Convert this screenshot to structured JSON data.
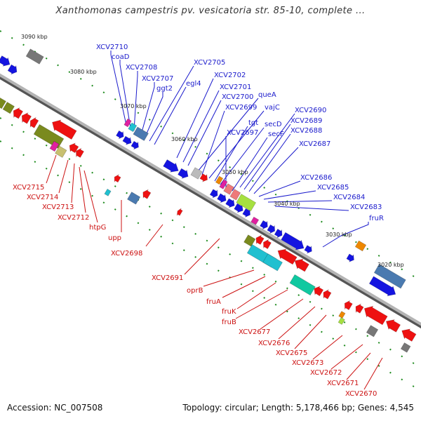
{
  "title": "Xanthomonas campestris pv. vesicatoria str. 85-10, complete ...",
  "accession": "Accession: NC_007508",
  "topology": "Topology: circular; Length: 5,178,466 bp; Genes: 4,545",
  "colors": {
    "backbone": "#8a8a8a",
    "forward": "#1414e0",
    "reverse": "#ee1111",
    "olive": "#7a8a1e",
    "magenta": "#e020a0",
    "cyan": "#20c0d0",
    "teal": "#10c8a0",
    "steel": "#4a7ab0",
    "gray": "#777777",
    "orange": "#ee8800",
    "lime": "#a6e040",
    "khaki": "#c8c070",
    "pink": "#ee7a7a",
    "blue_label": "#1a1acc",
    "red_label": "#cc1111",
    "tick": "#1c8a1c"
  },
  "kbp_labels": [
    "3090 kbp",
    "3080 kbp",
    "3070 kbp",
    "3060 kbp",
    "3050 kbp",
    "3040 kbp",
    "3030 kbp",
    "3020 kbp"
  ],
  "upper_genes": [
    "XCV2710",
    "coaD",
    "XCV2708",
    "XCV2707",
    "ggt2",
    "XCV2705",
    "egl4",
    "XCV2702",
    "XCV2701",
    "XCV2700",
    "queA",
    "XCV2699",
    "vajC",
    "tgt",
    "secD",
    "XCV2697",
    "secF",
    "XCV2690",
    "XCV2689",
    "XCV2688",
    "XCV2687",
    "XCV2686",
    "XCV2685",
    "XCV2684",
    "XCV2683",
    "fruR"
  ],
  "lower_genes": [
    "XCV2715",
    "XCV2714",
    "XCV2713",
    "XCV2712",
    "htpG",
    "upp",
    "XCV2698",
    "XCV2691",
    "oprB",
    "fruA",
    "fruK",
    "fruB",
    "XCV2677",
    "XCV2676",
    "XCV2675",
    "XCV2673",
    "XCV2672",
    "XCV2671",
    "XCV2670"
  ]
}
